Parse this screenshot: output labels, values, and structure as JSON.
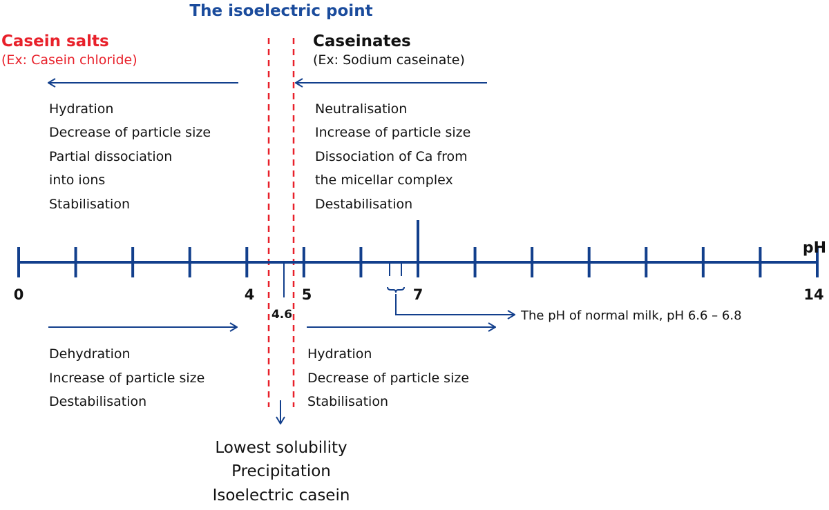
{
  "title": "The isoelectric point",
  "left_group": {
    "heading": "Casein salts",
    "example": "(Ex: Casein chloride)",
    "upper_effects": [
      "Hydration",
      "Decrease of particle size",
      "Partial dissociation",
      "into ions",
      "Stabilisation"
    ],
    "lower_effects": [
      "Dehydration",
      "Increase of particle size",
      "Destabilisation"
    ]
  },
  "right_group": {
    "heading": "Caseinates",
    "example": "(Ex: Sodium caseinate)",
    "upper_effects": [
      "Neutralisation",
      "Increase of particle size",
      "Dissociation of Ca from",
      "the micellar complex",
      "Destabilisation"
    ],
    "lower_effects": [
      "Hydration",
      "Decrease of particle size",
      "Stabilisation"
    ]
  },
  "axis": {
    "label": "pH",
    "min": 0,
    "max": 14,
    "tick_labels": [
      "0",
      "4",
      "5",
      "7",
      "14"
    ],
    "isoelectric_label": "4.6",
    "milk_note": "The pH of normal milk, pH 6.6 – 6.8"
  },
  "isoelectric_effects": [
    "Lowest solubility",
    "Precipitation",
    "Isoelectric casein"
  ],
  "colors": {
    "blue": "#123f8c",
    "red": "#e8202a",
    "heading_blue": "#1a4b9c"
  }
}
